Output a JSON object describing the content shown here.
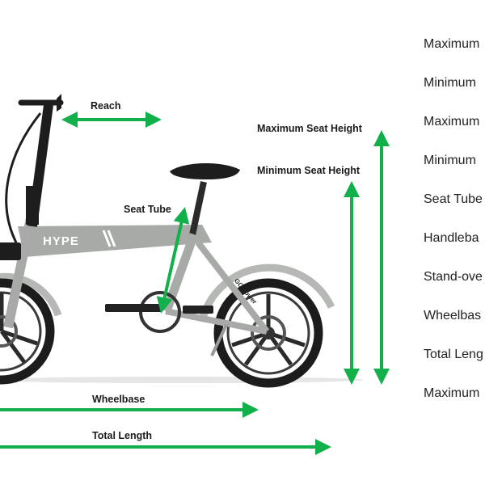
{
  "labels": {
    "reach": "Reach",
    "max_seat_height": "Maximum Seat Height",
    "min_seat_height": "Minimum Seat Height",
    "seat_tube": "Seat Tube",
    "wheelbase": "Wheelbase",
    "total_length": "Total Length"
  },
  "frame": {
    "brand": "HYPE",
    "hub_mark": "GO power"
  },
  "spec_list": [
    "Maximum",
    "Minimum",
    "Maximum",
    "Minimum",
    "Seat Tube",
    "Handleba",
    "Stand-ove",
    "Wheelbas",
    "Total Leng",
    "Maximum"
  ],
  "colors": {
    "arrow": "#12b04a",
    "frame": "#a7aaa7",
    "tire": "#1c1c1c",
    "fender": "#b5b8b5"
  }
}
